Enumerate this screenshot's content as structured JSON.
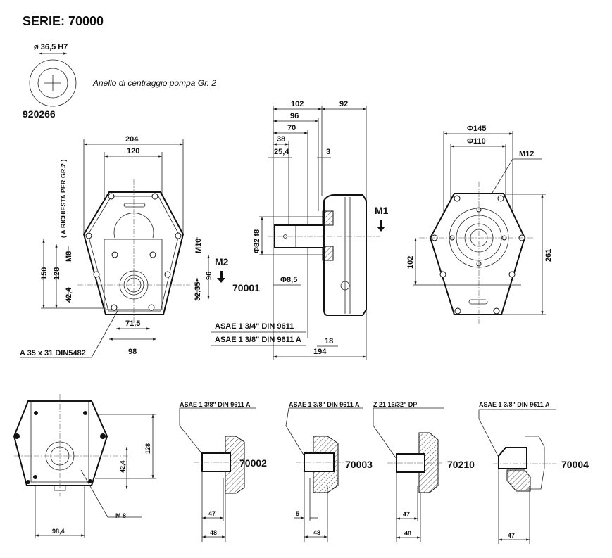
{
  "title": "SERIE: 70000",
  "centering_ring": {
    "diameter_label": "ø 36,5 H7",
    "code": "920266",
    "description": "Anello di centraggio pompa Gr. 2"
  },
  "front_view": {
    "note": "( A RICHIESTA PER GR.2 )",
    "dims": {
      "w204": "204",
      "w120": "120",
      "h150": "150",
      "h128": "128",
      "m8": "M8",
      "h42": "42,4",
      "m10": "M10",
      "h96": "96",
      "h32": "32,35",
      "w71": "71,5",
      "w98": "98"
    },
    "m2": "M2",
    "shaft_spec": "A 35 x 31 DIN5482"
  },
  "side_view": {
    "code": "70001",
    "dims": {
      "d102": "102",
      "d92": "92",
      "d96": "96",
      "d70": "70",
      "d38": "38",
      "d25": "25,4",
      "d3": "3",
      "phi82": "Φ82 f8",
      "phi8": "Φ8,5",
      "d18": "18",
      "d194": "194"
    },
    "spec1": "ASAE 1 3/4\" DIN 9611",
    "spec2": "ASAE 1 3/8\" DIN 9611 A",
    "m1": "M1"
  },
  "rear_view": {
    "dims": {
      "phi145": "Φ145",
      "phi110": "Φ110",
      "m12": "M12",
      "h102": "102",
      "h261": "261"
    }
  },
  "bottom_view": {
    "dims": {
      "h128": "128",
      "h42": "42,4",
      "m8": "M 8",
      "w98": "98,4"
    }
  },
  "variants": [
    {
      "spec": "ASAE 1 3/8\" DIN 9611 A",
      "code": "70002",
      "dim_a": "47",
      "dim_b": "48"
    },
    {
      "spec": "ASAE 1 3/8\" DIN 9611 A",
      "code": "70003",
      "dim_a": "5",
      "dim_b": "48"
    },
    {
      "spec": "Z 21 16/32\" DP",
      "code": "70210",
      "dim_a": "47",
      "dim_b": "48"
    },
    {
      "spec": "ASAE 1 3/8\" DIN 9611 A",
      "code": "70004",
      "dim_a": "47"
    }
  ]
}
